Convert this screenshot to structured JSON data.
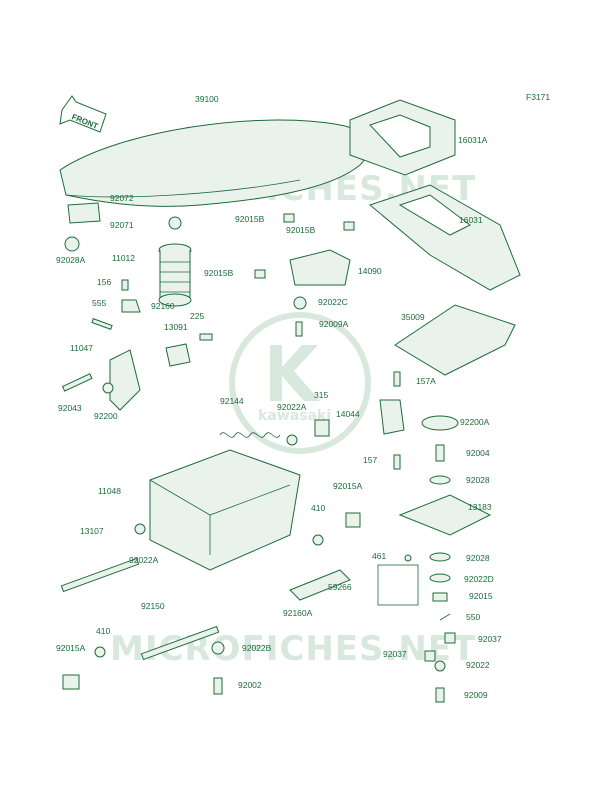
{
  "figure_code": "F3171",
  "front_label": "FRONT",
  "watermark_text": "MICROFICHES.NET",
  "watermark_logo_text": "kawasaki",
  "colors": {
    "line": "#1e6b3a",
    "fill": "#e9f3ec",
    "watermark": "#d8e8dd"
  },
  "labels": [
    "39100",
    "16031A",
    "92072",
    "16031",
    "92071",
    "92015B",
    "92015B",
    "92028A",
    "11012",
    "156",
    "92015B",
    "14090",
    "555",
    "92160",
    "92022C",
    "225",
    "13091",
    "92009A",
    "35009",
    "11047",
    "157A",
    "315",
    "92144",
    "92022A",
    "14044",
    "92200A",
    "92043",
    "92200",
    "92004",
    "157",
    "92028",
    "11048",
    "92015A",
    "13183",
    "410",
    "13107",
    "92022A",
    "461",
    "92028",
    "59266",
    "92022D",
    "92015",
    "92160A",
    "550",
    "92150",
    "410",
    "92037",
    "92015A",
    "92037",
    "92022B",
    "92022",
    "92002",
    "92009"
  ]
}
